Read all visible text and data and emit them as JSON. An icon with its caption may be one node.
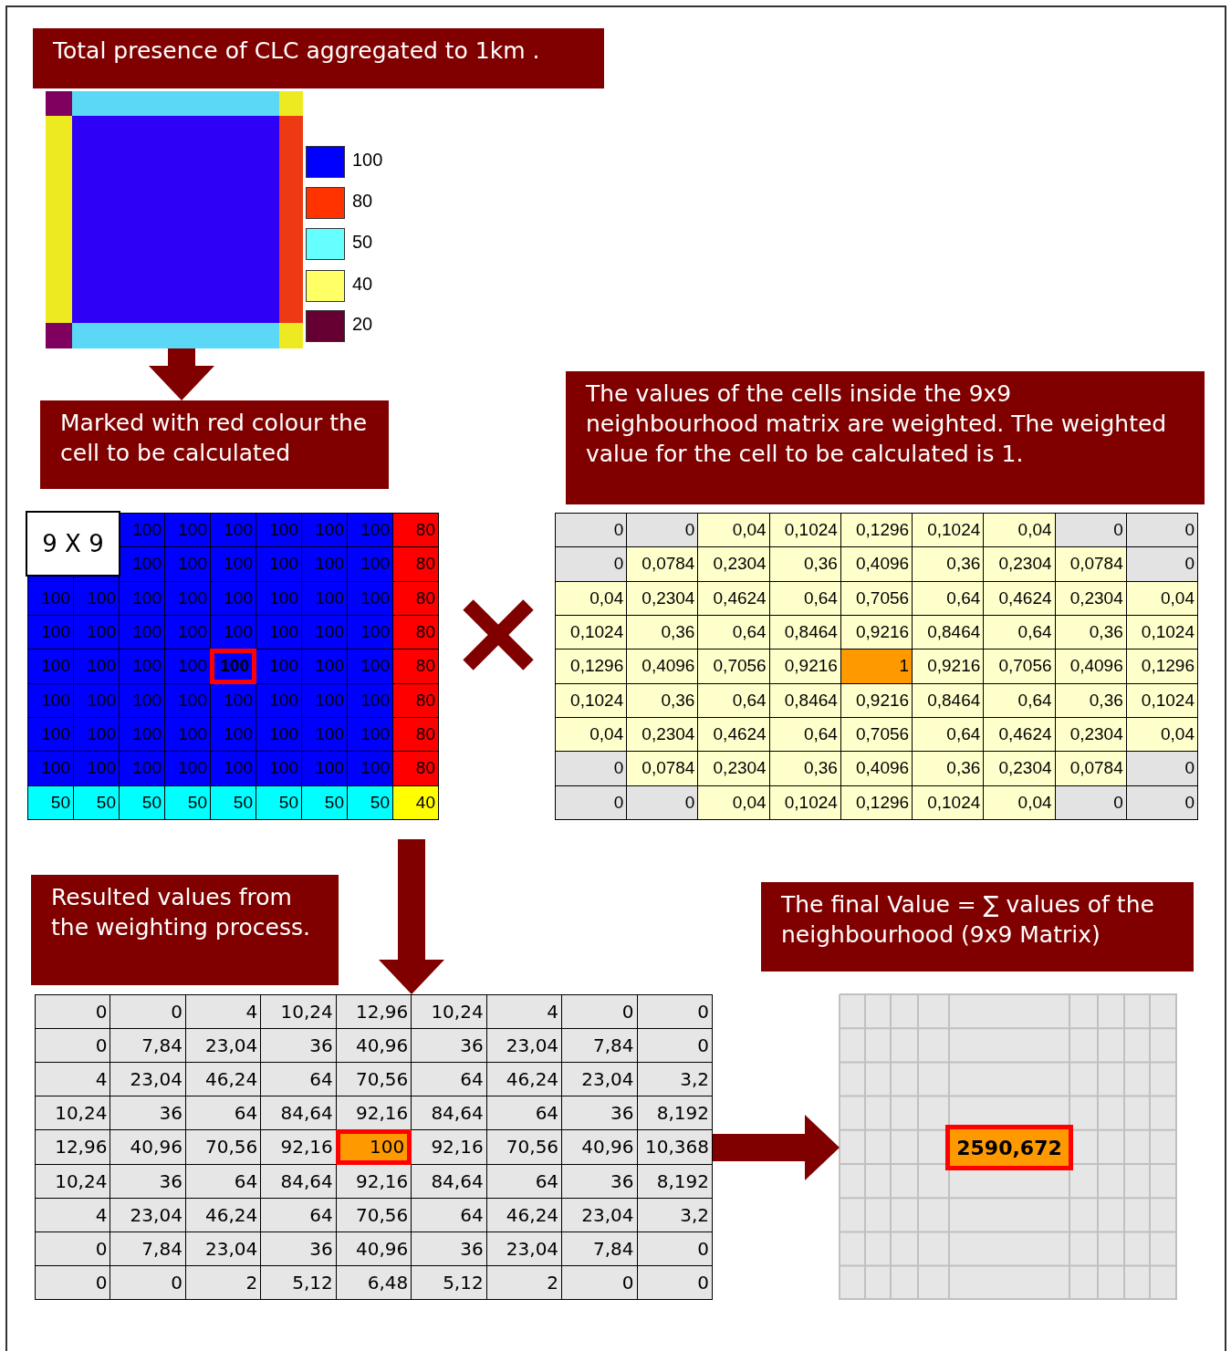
{
  "diagram": {
    "nodes": [
      {
        "text": [
          "Total presence of CLC aggregated to 1km ."
        ]
      },
      {
        "text": [],
        "shape": "map"
      },
      {
        "text": [
          "Marked with red colour the cell to be calculated"
        ]
      },
      {
        "text": [
          "The values of the cells inside the 9x9 neighbourhood matrix are weighted. The weighted value for the cell to be calculated is 1."
        ]
      },
      {
        "text": [
          "9 X 9"
        ]
      },
      {
        "text": [
          "Resulted values from the weighting process."
        ]
      },
      {
        "text": [
          "The final Value = ∑ values of the neighbourhood (9x9 Matrix)"
        ]
      },
      {
        "text": [],
        "shape": "box"
      },
      {
        "text": [
          "2590,672"
        ]
      }
    ],
    "edges": [
      {
        "from": 1,
        "to": 2,
        "arrow": "to"
      },
      {
        "from": null,
        "to": 7,
        "arrow": "to"
      },
      {
        "from": 7,
        "to": 8,
        "arrow": "to"
      }
    ],
    "labels": [
      "100",
      "100",
      "100",
      "100",
      "100",
      "100",
      "80",
      "100",
      "100",
      "100",
      "100",
      "100",
      "100",
      "80",
      "100",
      "100",
      "100",
      "100",
      "100",
      "100",
      "100",
      "100",
      "80",
      "100",
      "100",
      "100",
      "100",
      "100",
      "100",
      "100",
      "100",
      "80",
      "100",
      "100",
      "100",
      "100",
      "100",
      "100",
      "100",
      "100",
      "80",
      "100",
      "100",
      "100",
      "100",
      "100",
      "100",
      "100",
      "100",
      "80",
      "100",
      "100",
      "100",
      "100",
      "100",
      "100",
      "100",
      "100",
      "80",
      "100",
      "100",
      "100",
      "100",
      "100",
      "100",
      "100",
      "100",
      "80",
      "50",
      "50",
      "50",
      "50",
      "50",
      "50",
      "50",
      "50",
      "40",
      "0",
      "0",
      "0,04",
      "0,1024",
      "0,1296",
      "0,1024",
      "0,04",
      "0",
      "0",
      "0",
      "0,0784",
      "0,2304",
      "0,36",
      "0,4096",
      "0,36",
      "0,2304",
      "0,0784",
      "0",
      "0,04",
      "0,2304",
      "0,4624",
      "0,64",
      "0,7056",
      "0,64",
      "0,4624",
      "0,2304",
      "0,04",
      "0,1024",
      "0,36",
      "0,64",
      "0,8464",
      "0,9216",
      "0,8464",
      "0,64",
      "0,36",
      "0,1024",
      "0,1296",
      "0,4096",
      "0,7056",
      "0,9216",
      "1",
      "0,9216",
      "0,7056",
      "0,4096",
      "0,1296",
      "0,1024",
      "0,36",
      "0,64",
      "0,8464",
      "0,9216",
      "0,8464",
      "0,64",
      "0,36",
      "0,1024",
      "0,04",
      "0,2304",
      "0,4624",
      "0,64",
      "0,7056",
      "0,64",
      "0,4624",
      "0,2304",
      "0,04",
      "0",
      "0,0784",
      "0,2304",
      "0,36",
      "0,4096",
      "0,36",
      "0,2304",
      "0,0784",
      "0",
      "0",
      "0",
      "0,04",
      "0,1024",
      "0,1296",
      "0,1024",
      "0,04",
      "0",
      "0",
      "0",
      "0",
      "4",
      "10,24",
      "12,96",
      "10,24",
      "4",
      "0",
      "0",
      "0",
      "7,84",
      "23,04",
      "36",
      "40,96",
      "36",
      "23,04",
      "7,84",
      "0",
      "4",
      "23,04",
      "46,24",
      "64",
      "70,56",
      "64",
      "46,24",
      "23,04",
      "3,2",
      "10,24",
      "36",
      "64",
      "84,64",
      "92,16",
      "84,64",
      "64",
      "36",
      "8,192",
      "12,96",
      "40,96",
      "70,56",
      "92,16",
      "100",
      "92,16",
      "70,56",
      "40,96",
      "10,368",
      "10,24",
      "36",
      "64",
      "84,64",
      "92,16",
      "84,64",
      "64",
      "36",
      "8,192",
      "4",
      "23,04",
      "46,24",
      "64",
      "70,56",
      "64",
      "46,24",
      "23,04",
      "3,2",
      "0",
      "7,84",
      "23,04",
      "36",
      "40,96",
      "36",
      "23,04",
      "7,84",
      "0",
      "0",
      "0",
      "2",
      "5,12",
      "6,48",
      "5,12",
      "2",
      "0",
      "0"
    ],
    "legend": [
      {
        "text": "100",
        "color": "#0000ff"
      },
      {
        "text": "80",
        "color": "#ff3300"
      },
      {
        "text": "50",
        "color": "#66ffff"
      },
      {
        "text": "40",
        "color": "#ffff66"
      },
      {
        "text": "20",
        "color": "#660033"
      }
    ]
  }
}
